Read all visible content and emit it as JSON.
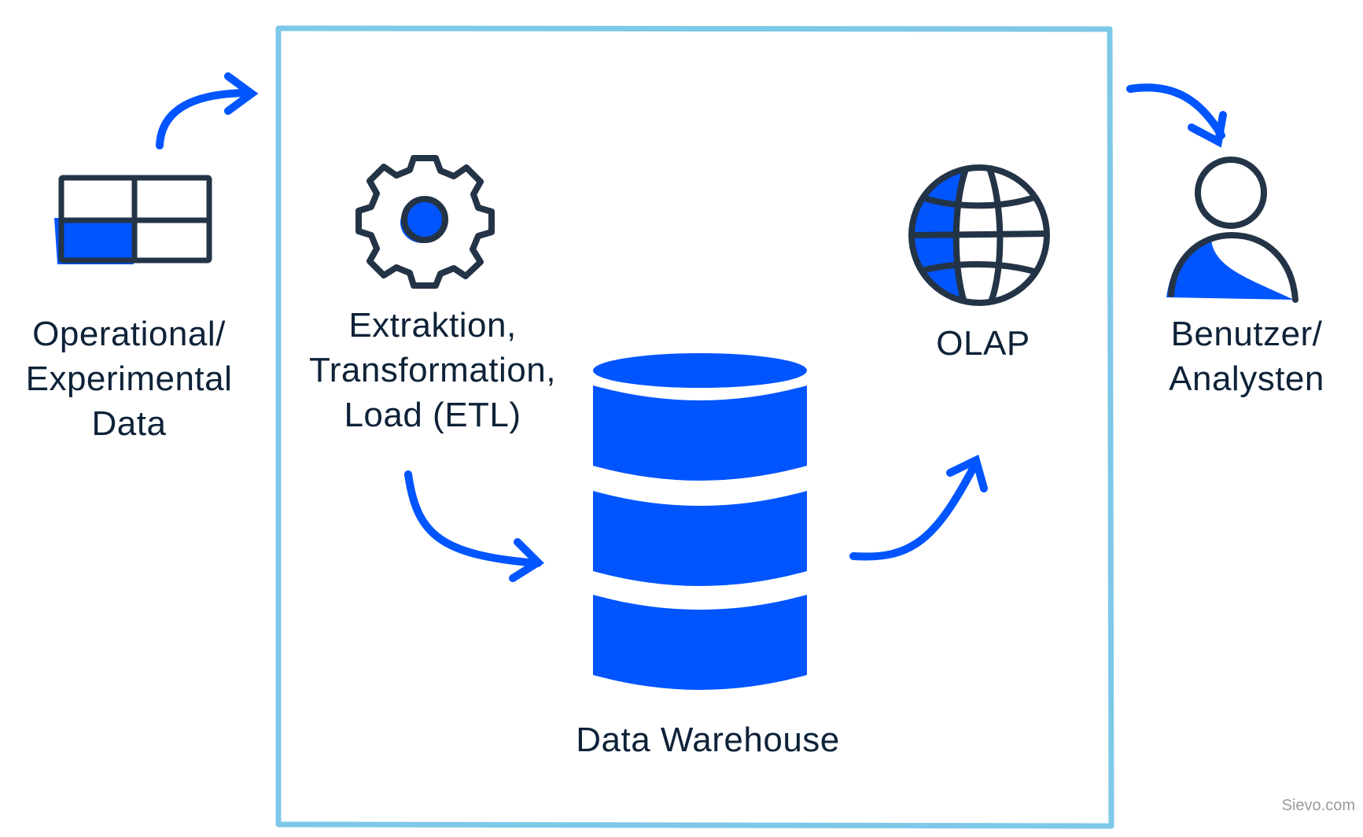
{
  "colors": {
    "accent": "#0055ff",
    "outline": "#243447",
    "frame": "#7ec8e8",
    "text": "#0e2238",
    "watermark": "#9a9a9a"
  },
  "nodes": {
    "source": {
      "icon": "table-icon",
      "label_lines": [
        "Operational/",
        "Experimental",
        "Data"
      ]
    },
    "etl": {
      "icon": "gear-icon",
      "label_lines": [
        "Extraktion,",
        "Transformation,",
        "Load (ETL)"
      ]
    },
    "warehouse": {
      "icon": "database-icon",
      "label": "Data Warehouse"
    },
    "olap": {
      "icon": "globe-icon",
      "label": "OLAP"
    },
    "users": {
      "icon": "user-icon",
      "label_lines": [
        "Benutzer/",
        "Analysten"
      ]
    }
  },
  "edges": [
    {
      "from": "source",
      "to": "frame",
      "icon": "curved-arrow-icon"
    },
    {
      "from": "etl",
      "to": "warehouse",
      "icon": "curved-arrow-icon"
    },
    {
      "from": "warehouse",
      "to": "olap",
      "icon": "curved-arrow-icon"
    },
    {
      "from": "frame",
      "to": "users",
      "icon": "curved-arrow-icon"
    }
  ],
  "watermark": "Sievo.com"
}
